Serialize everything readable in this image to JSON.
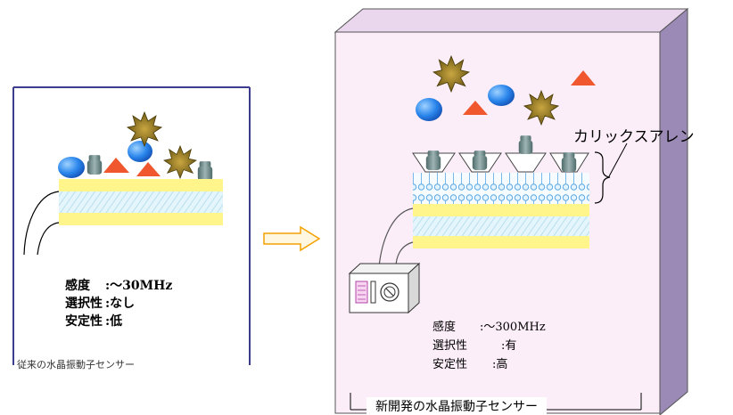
{
  "old_sensor": {
    "sensitivity_label": "感度",
    "sensitivity_value": ":～30MHz",
    "selectivity_label": "選択性",
    "selectivity_value": ":なし",
    "stability_label": "安定性",
    "stability_value": ":低",
    "caption": "従来の水晶振動子センサー"
  },
  "new_sensor": {
    "sensitivity_label": "感度",
    "sensitivity_value": ":～300MHz",
    "selectivity_label": "選択性",
    "selectivity_value": ":有",
    "stability_label": "安定性",
    "stability_value": ":高",
    "caption": "新開発の水晶振動子センサー",
    "callout_label": "カリックスアレン"
  },
  "colors": {
    "panel_border": "#3d3d8f",
    "box_face": "#fbeef8",
    "box_side": "#9b8ab5",
    "electrode": "#fff58a",
    "crystal": "#dff3fb",
    "sphere": "#2a86ec",
    "triangle": "#f0572f",
    "star": "#8a7420",
    "cup": "#6f8a8a",
    "arrow": "#f4a100"
  }
}
